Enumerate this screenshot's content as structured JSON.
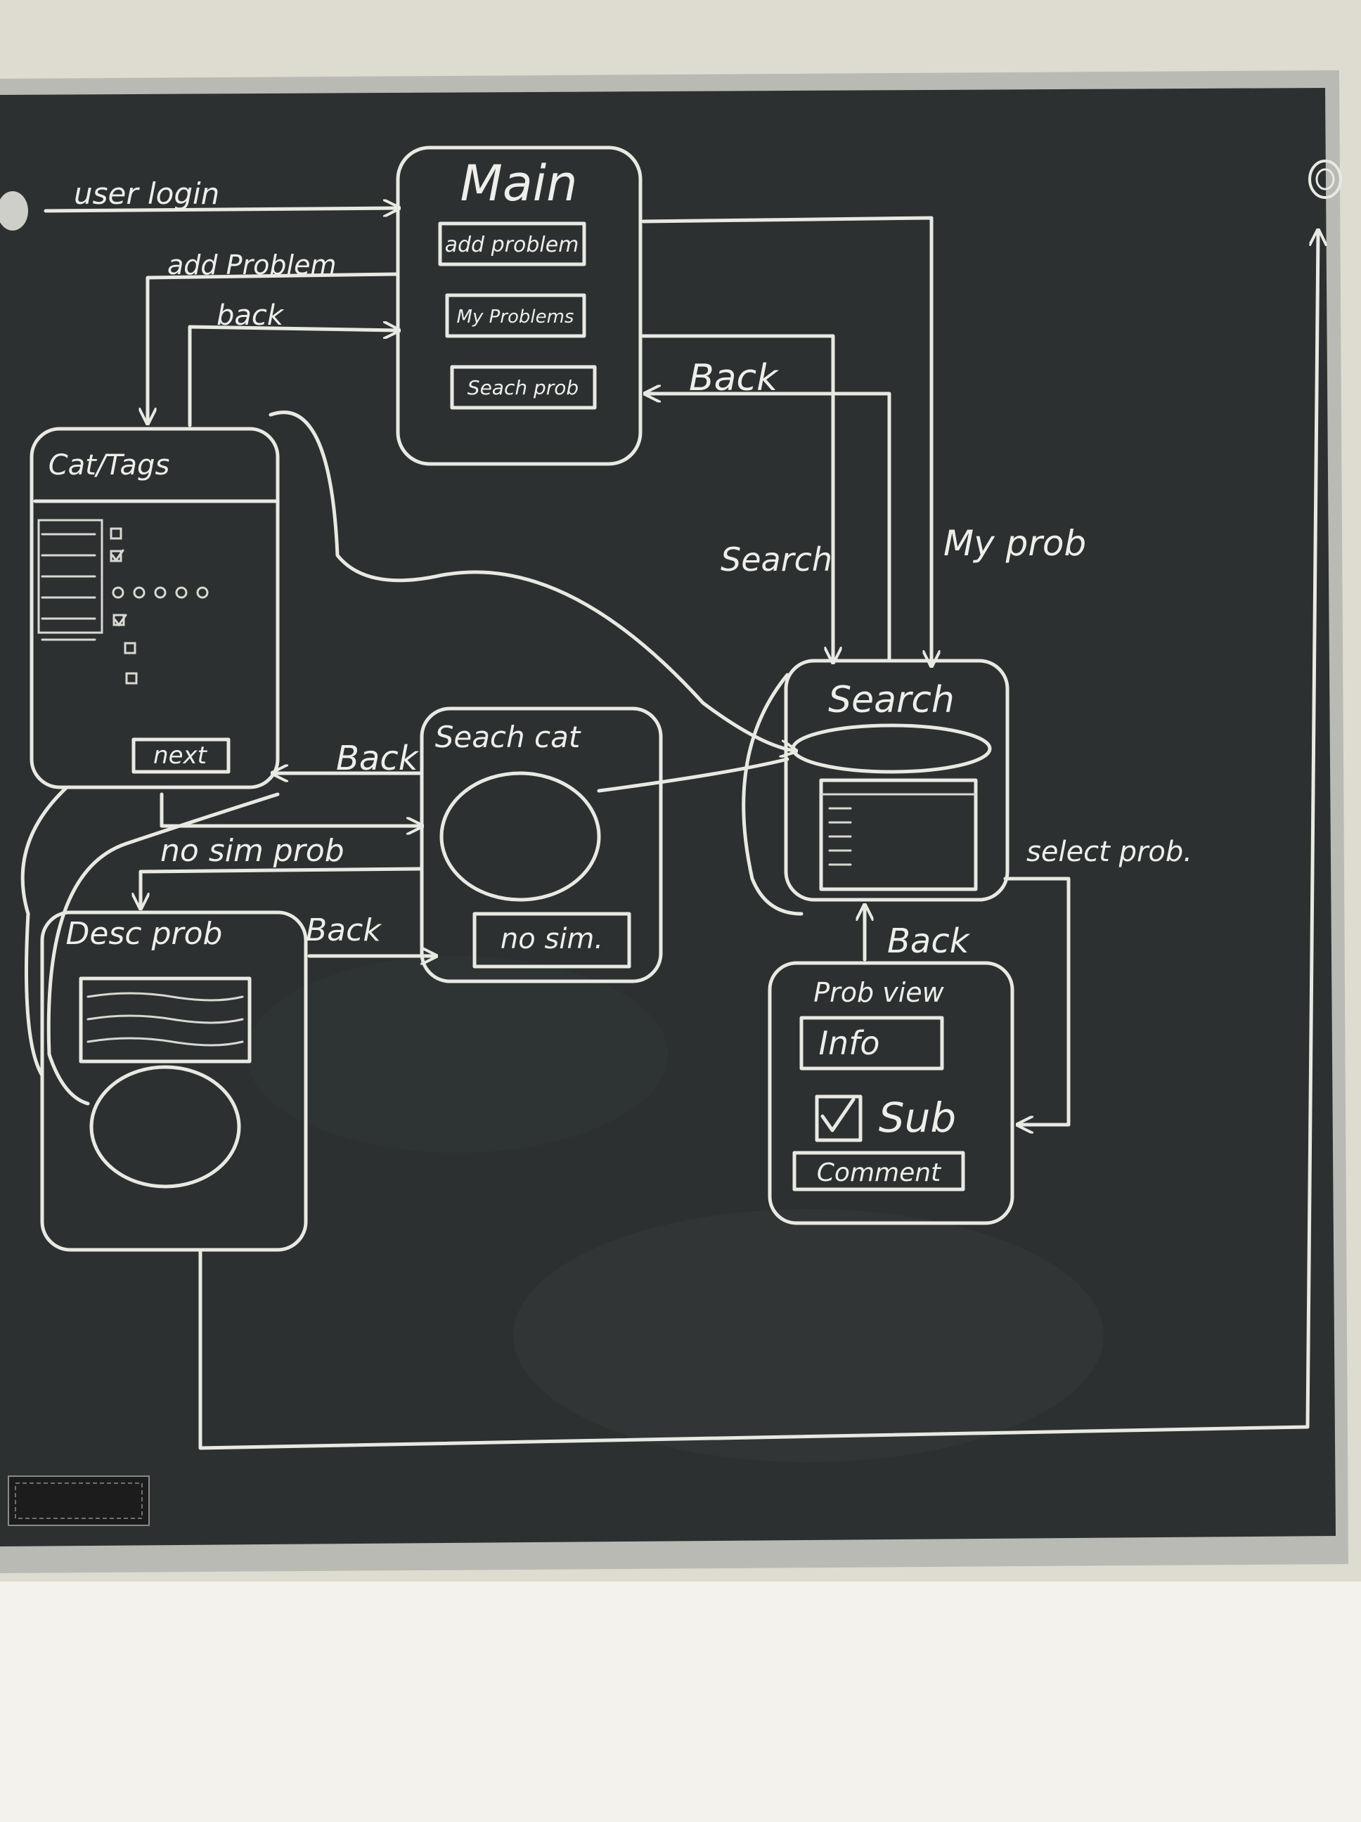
{
  "screens": {
    "main": {
      "title": "Main",
      "buttons": [
        "add problem",
        "My Problems",
        "Seach prob"
      ]
    },
    "cat_tags": {
      "title": "Cat/Tags",
      "next_button": "next"
    },
    "search": {
      "title": "Search"
    },
    "seach_cat": {
      "title": "Seach cat",
      "no_sim_button": "no sim."
    },
    "desc_prob": {
      "title": "Desc prob"
    },
    "prob_view": {
      "title": "Prob view",
      "info_field": "Info",
      "sub_checkbox": "Sub",
      "comment_button": "Comment"
    }
  },
  "arrows": {
    "user_login": "user login",
    "add_problem": "add Problem",
    "back_main": "back",
    "back_search": "Back",
    "search": "Search",
    "my_prob": "My prob",
    "back_cat": "Back",
    "no_sim_prob": "no sim prob",
    "back_desc": "Back",
    "back_prob_view": "Back",
    "select_prob": "select prob."
  },
  "colors": {
    "board": "#2c3030",
    "chalk": "#eeeeea",
    "wall": "#dedbd0",
    "frame": "#b9bab4"
  }
}
